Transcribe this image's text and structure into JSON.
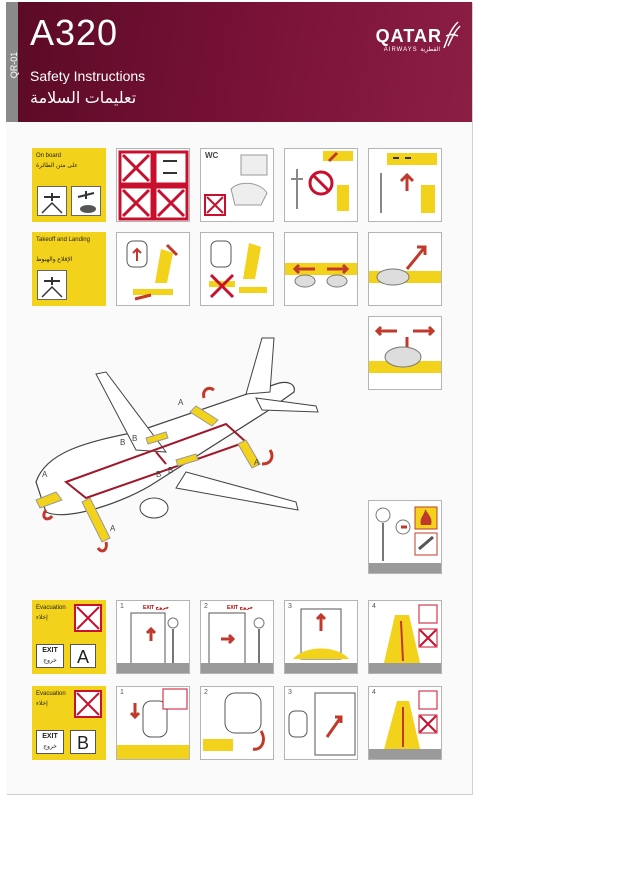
{
  "header": {
    "model": "A320",
    "side_code": "QR-01",
    "title_en": "Safety Instructions",
    "title_ar": "تعليمات السلامة",
    "brand": "QATAR",
    "brand_sub": "AIRWAYS القطرية"
  },
  "sections": {
    "on_board": {
      "label_en": "On board",
      "label_ar": "على متن الطائرة"
    },
    "takeoff_landing": {
      "label_en": "Takeoff and Landing",
      "label_ar": "الإقلاع والهبوط"
    },
    "evacuation_a": {
      "label_en": "Evacuation",
      "label_ar": "إخلاء",
      "exit_en": "EXIT",
      "exit_ar": "خروج",
      "letter": "A"
    },
    "evacuation_b": {
      "label_en": "Evacuation",
      "label_ar": "إخلاء",
      "exit_en": "EXIT",
      "exit_ar": "خروج",
      "letter": "B"
    }
  },
  "tiles": {
    "wc": "WC",
    "exit_sign": "EXIT خروج",
    "steps": [
      "1",
      "2",
      "3",
      "4"
    ]
  },
  "diagram": {
    "exit_labels": [
      "A",
      "A",
      "A",
      "A",
      "B",
      "B",
      "B",
      "B"
    ]
  },
  "colors": {
    "header": "#7a1238",
    "accent_yellow": "#f3d21b",
    "arrow_red": "#c0392b",
    "prohibit_red": "#c8102e"
  }
}
